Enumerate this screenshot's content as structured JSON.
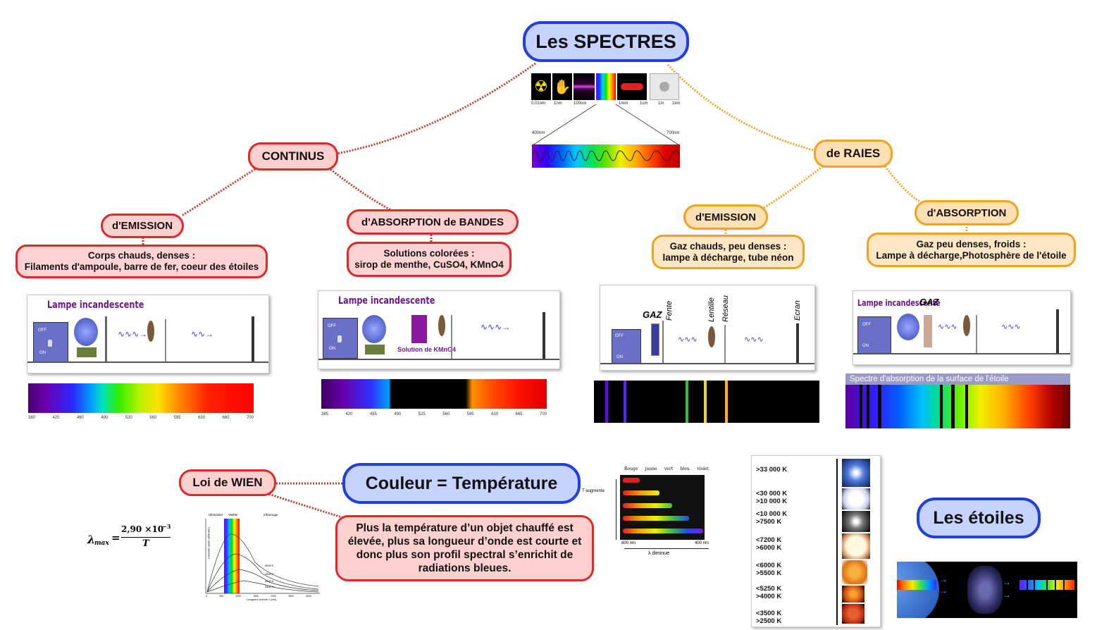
{
  "title": "Les SPECTRES",
  "em_scale": {
    "labels": [
      "0.01nm",
      "1nm",
      "100nm",
      "",
      "1mm",
      "1cm",
      "1m",
      "1km"
    ],
    "zoom_left": "400nm",
    "zoom_right": "700nm"
  },
  "continus": {
    "label": "CONTINUS",
    "emission": {
      "label": "d'EMISSION",
      "line1": "Corps chauds, denses :",
      "line2": "Filaments d'ampoule, barre de fer, coeur des étoiles",
      "lamp_title": "Lampe incandescente",
      "off": "OFF",
      "on": "ON",
      "ticks": [
        "380",
        "420",
        "460",
        "490",
        "520",
        "560",
        "595",
        "630",
        "660",
        "700"
      ]
    },
    "absorption": {
      "label": "d'ABSORPTION de BANDES",
      "line1": "Solutions colorées :",
      "line2": "sirop de menthe, CuSO4, KMnO4",
      "lamp_title": "Lampe incandescente",
      "solution": "Solution de KMnO4",
      "off": "OFF",
      "on": "ON",
      "ticks": [
        "385",
        "420",
        "455",
        "490",
        "525",
        "560",
        "595",
        "630",
        "665",
        "700"
      ]
    }
  },
  "raies": {
    "label": "de RAIES",
    "emission": {
      "label": "d'EMISSION",
      "line1": "Gaz chauds, peu denses :",
      "line2": "lampe à décharge, tube néon",
      "gaz": "GAZ",
      "fente": "Fente",
      "lentille": "Lentille",
      "reseau": "Réseau",
      "ecran": "Ecran",
      "off": "OFF",
      "on": "ON"
    },
    "absorption": {
      "label": "d'ABSORPTION",
      "line1": "Gaz peu denses, froids :",
      "line2": "Lampe à décharge,Photosphère de l'étoile",
      "lamp_title": "Lampe incandescente",
      "gaz": "GAZ",
      "spectrum_title": "Spectre d'absorption de la surface de l'étoile",
      "off": "OFF",
      "on": "ON"
    }
  },
  "wien": {
    "label": "Loi de WIEN",
    "formula_lhs": "λ",
    "formula_sub": "max",
    "formula_num": "2,90 ×10",
    "formula_exp": "−3",
    "formula_den": "T",
    "plot_uv": "Ultraviolet",
    "plot_vis": "Visible",
    "plot_ir": "Infrarouge",
    "plot_xlabel": "Longueur d'onde λ (nm)",
    "plot_ylabel": "Intensité (unité arbitraire)",
    "curves": [
      "5000 K",
      "4500 K",
      "4000 K",
      "3500 K"
    ],
    "xticks": [
      "0",
      "500",
      "1000",
      "1500",
      "2000",
      "2500",
      "3000"
    ]
  },
  "couleur": {
    "label": "Couleur = Température",
    "text": "Plus la température d’un objet chauffé est élevée, plus sa longueur d’onde est courte et donc plus son profil spectral s’enrichit de radiations bleues.",
    "colors": [
      "Rouge",
      "jaune",
      "vert",
      "bleu",
      "violet"
    ],
    "t_label": "T augmente",
    "left_nm": "800 nm",
    "right_nm": "400 nm",
    "lambda_label": "λ diminue"
  },
  "etoiles": {
    "label": "Les étoiles",
    "temps": [
      [
        ">33 000 K"
      ],
      [
        "<30 000 K",
        ">10 000 K"
      ],
      [
        "<10 000 K",
        ">7500 K"
      ],
      [
        "<7200 K",
        ">6000 K"
      ],
      [
        "<6000 K",
        ">5500 K"
      ],
      [
        "<5250 K",
        ">4000 K"
      ],
      [
        "<3500 K",
        ">2500 K"
      ]
    ],
    "star_colors": [
      "#4f7be0",
      "#f4f6ff",
      "#ffffff",
      "#fff2c8",
      "#f59a2a",
      "#e86418",
      "#d6451b"
    ]
  },
  "colors": {
    "blue_border": "#1f3fe0",
    "red_border": "#e32626",
    "orange_border": "#f3a21e",
    "red_line": "#c0392b",
    "orange_line": "#f3a21e"
  }
}
